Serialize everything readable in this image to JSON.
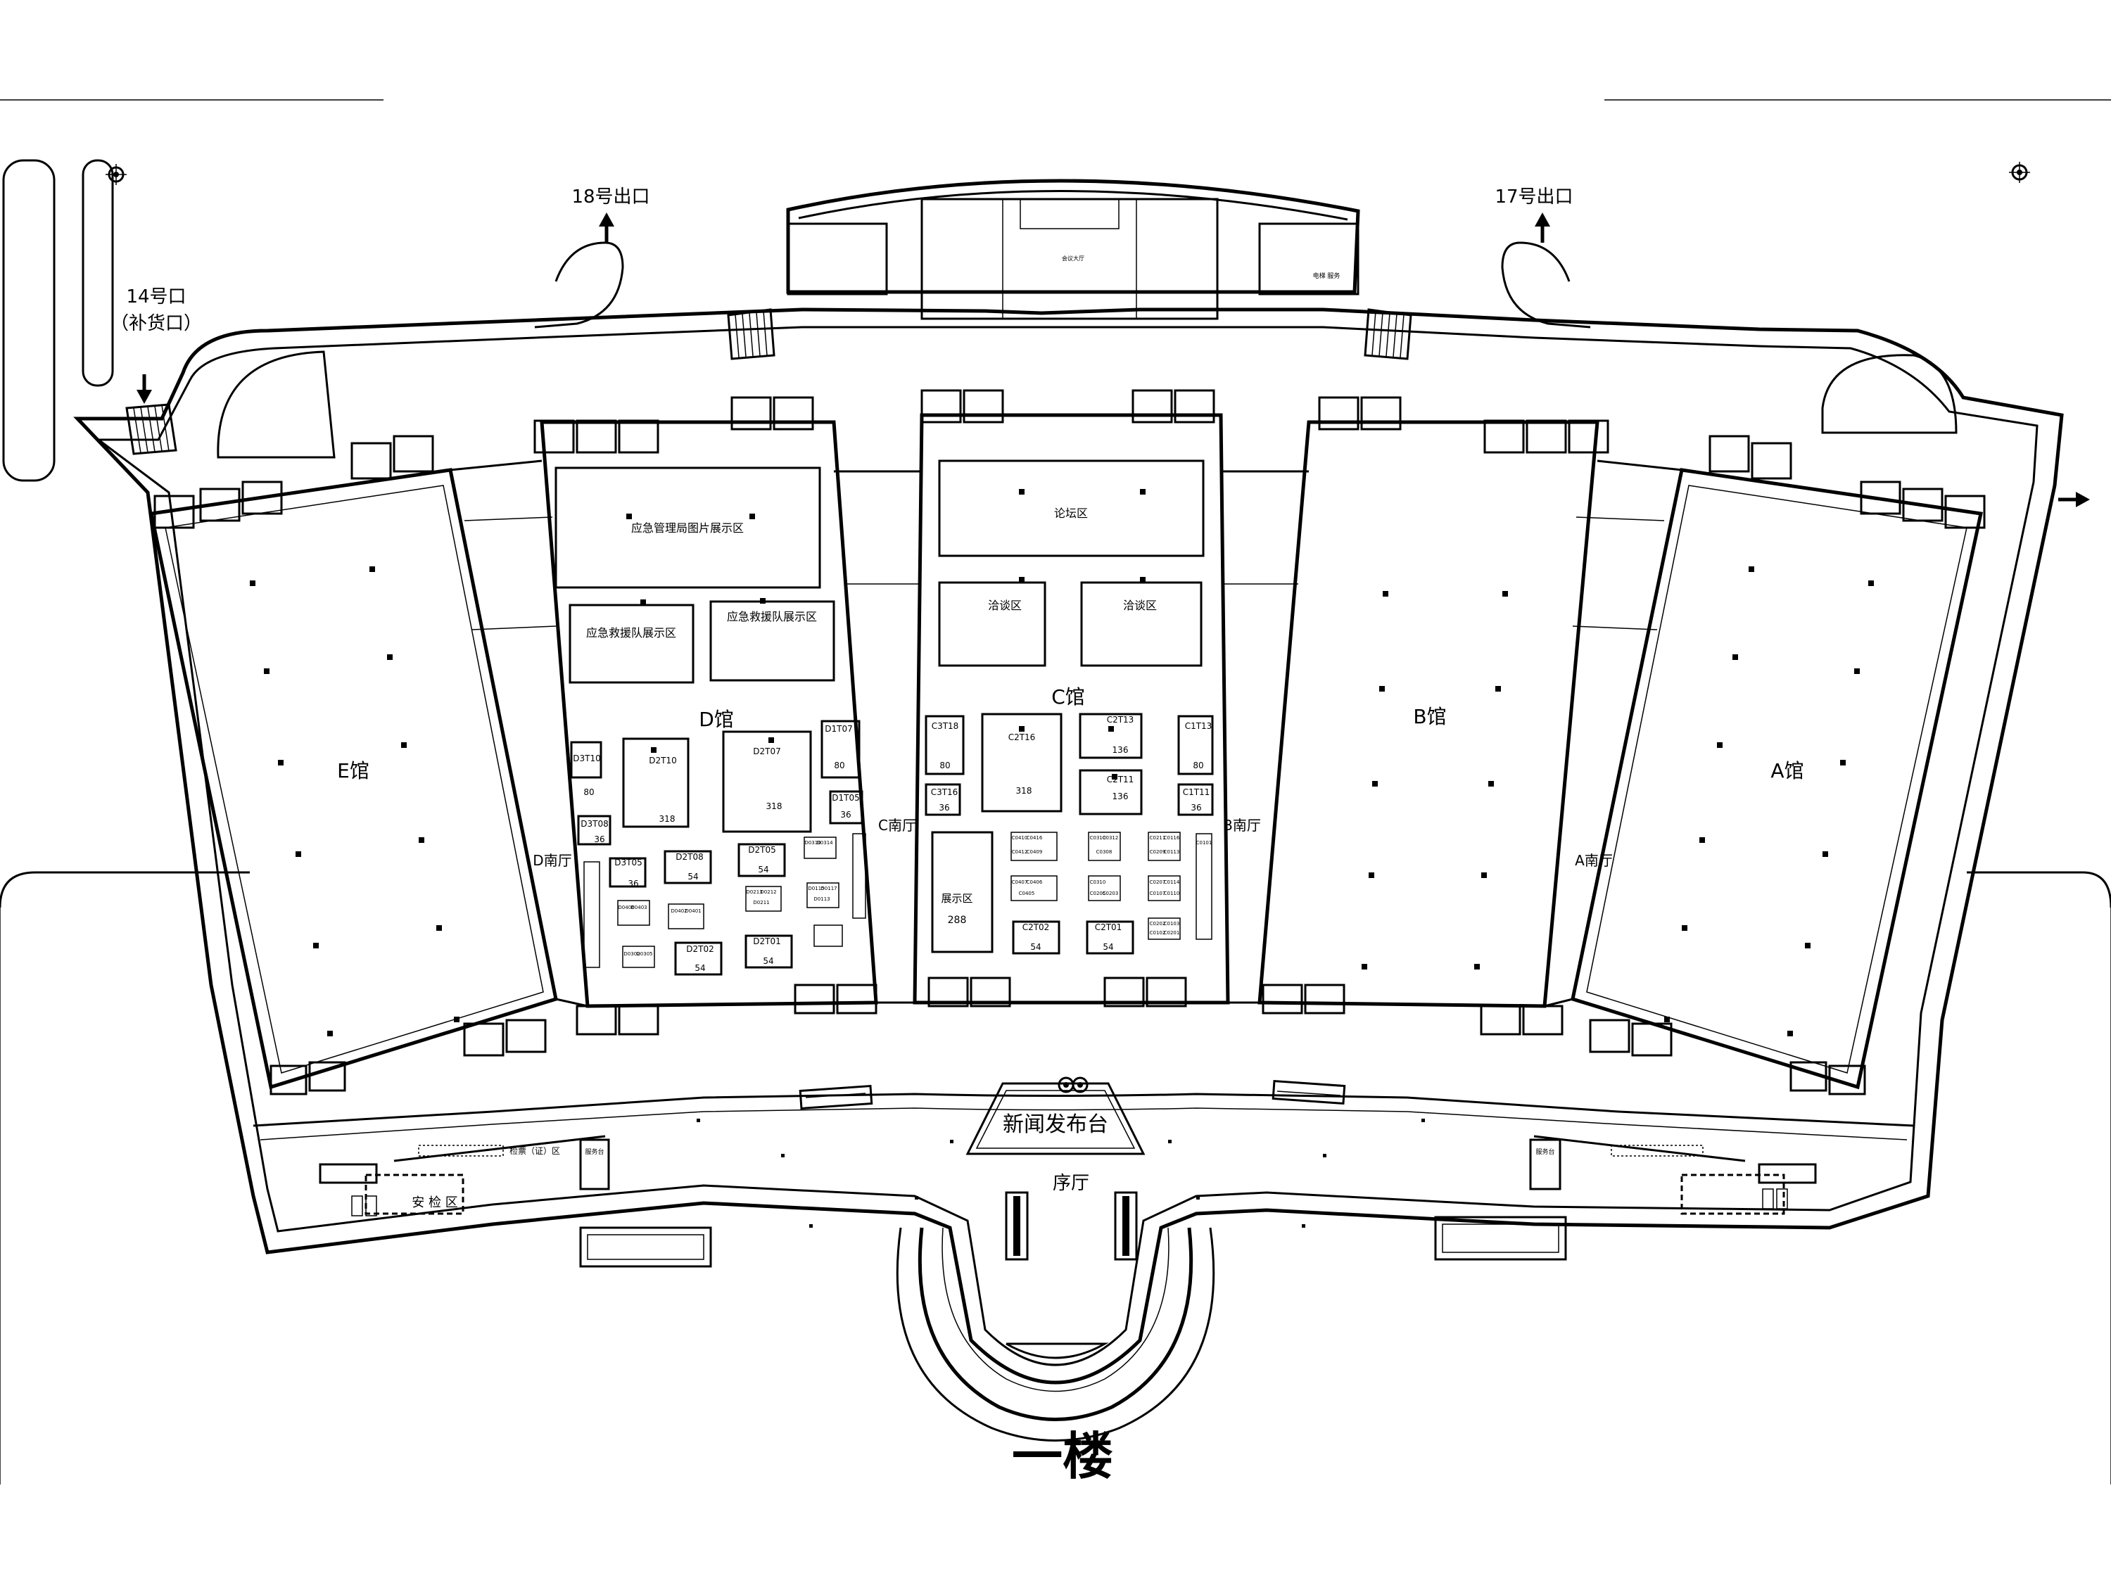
{
  "floor_title": "一楼",
  "exits": {
    "exit_18": "18号出口",
    "exit_17": "17号出口",
    "entrance_14_line1": "14号口",
    "entrance_14_line2": "（补货口）"
  },
  "halls": {
    "a": "A馆",
    "b": "B馆",
    "c": "C馆",
    "d": "D馆",
    "e": "E馆"
  },
  "south_halls": {
    "a": "A南厅",
    "b": "B南厅",
    "c": "C南厅",
    "d": "D南厅"
  },
  "zones": {
    "photo_exhibit": "应急管理局图片展示区",
    "rescue_team_1": "应急救援队展示区",
    "rescue_team_2": "应急救援队展示区",
    "forum": "论坛区",
    "negotiation_1": "洽谈区",
    "negotiation_2": "洽谈区",
    "exhibit_area": "展示区",
    "exhibit_area_size": "288",
    "press_desk": "新闻发布台",
    "lobby": "序厅",
    "security_check": "安 检 区",
    "ticket_check": "检票（证）区",
    "service_desk_left": "服务台",
    "service_desk_right": "服务台",
    "annex_room": "会议大厅",
    "annex_note": "电梯 服务"
  },
  "booths_d": [
    {
      "code": "D3T10",
      "size": "80"
    },
    {
      "code": "D2T10",
      "size": "318"
    },
    {
      "code": "D2T07",
      "size": "318"
    },
    {
      "code": "D1T07",
      "size": "80"
    },
    {
      "code": "D3T08",
      "size": "36"
    },
    {
      "code": "D1T05",
      "size": "36"
    },
    {
      "code": "D3T05",
      "size": "36"
    },
    {
      "code": "D2T08",
      "size": "54"
    },
    {
      "code": "D2T05",
      "size": "54"
    },
    {
      "code": "D2T02",
      "size": "54"
    },
    {
      "code": "D2T01",
      "size": "54"
    }
  ],
  "booths_c": [
    {
      "code": "C3T18",
      "size": "80"
    },
    {
      "code": "C2T16",
      "size": "318"
    },
    {
      "code": "C2T13",
      "size": "136"
    },
    {
      "code": "C1T13",
      "size": "80"
    },
    {
      "code": "C3T16",
      "size": "36"
    },
    {
      "code": "C2T11",
      "size": "136"
    },
    {
      "code": "C1T11",
      "size": "36"
    },
    {
      "code": "C2T02",
      "size": "54"
    },
    {
      "code": "C2T01",
      "size": "54"
    }
  ],
  "small_booth_codes": [
    "C0410",
    "C0416",
    "C0412",
    "C0409",
    "C0211",
    "C0116",
    "C0209",
    "C0113",
    "C0310",
    "C0312",
    "C0308",
    "C0407",
    "C0406",
    "C0405",
    "C0310",
    "C0207",
    "C0205",
    "C0203",
    "C0114",
    "C0110",
    "C0107",
    "C0103",
    "C0202",
    "C0102",
    "C0201",
    "C0101",
    "D0310",
    "D0314",
    "D0213",
    "D0212",
    "D0211",
    "D0115",
    "D0117",
    "D0113",
    "D0406",
    "D0403",
    "D0402",
    "D0401",
    "D0302",
    "D0305"
  ]
}
